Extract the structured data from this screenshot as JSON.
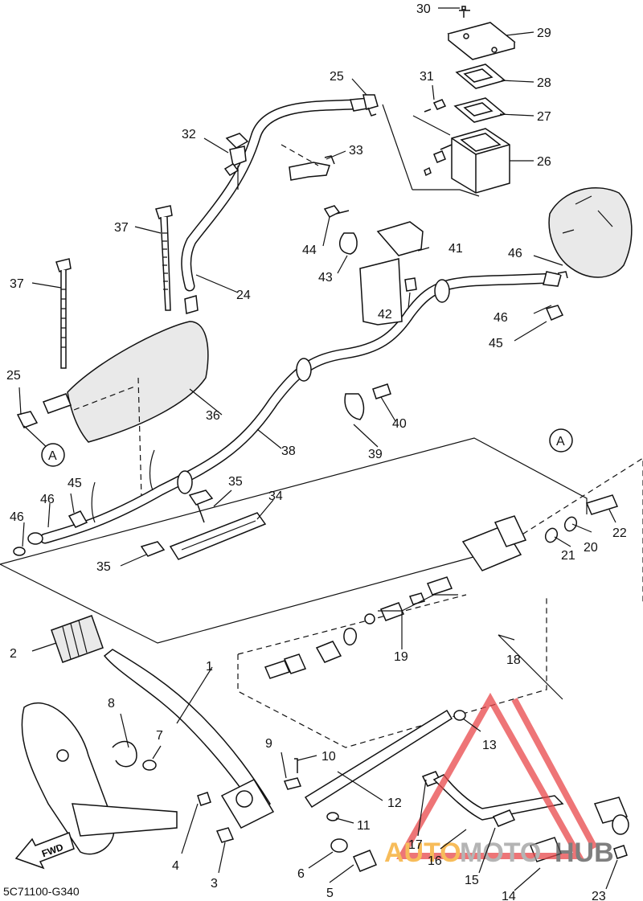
{
  "diagram": {
    "drawing_code": "5C71100-G340",
    "direction_arrow": "FWD",
    "view_marker": "A",
    "watermark": {
      "part1": "AUTO",
      "part2": "MOTO",
      "part3": "HUB",
      "color1": "#f5a623",
      "color2": "#9b9b9b",
      "color3": "#555555",
      "logo_color": "#e8474a"
    },
    "labels": {
      "p1": "1",
      "p2": "2",
      "p3": "3",
      "p4": "4",
      "p5": "5",
      "p6": "6",
      "p7": "7",
      "p8": "8",
      "p9": "9",
      "p10": "10",
      "p11": "11",
      "p12": "12",
      "p13": "13",
      "p14": "14",
      "p15": "15",
      "p16": "16",
      "p17": "17",
      "p18": "18",
      "p19": "19",
      "p20": "20",
      "p21": "21",
      "p22": "22",
      "p23": "23",
      "p24": "24",
      "p25": "25",
      "p25b": "25",
      "p26": "26",
      "p27": "27",
      "p28": "28",
      "p29": "29",
      "p30": "30",
      "p31": "31",
      "p32": "32",
      "p33": "33",
      "p34": "34",
      "p35": "35",
      "p35b": "35",
      "p36": "36",
      "p37": "37",
      "p37b": "37",
      "p38": "38",
      "p39": "39",
      "p40": "40",
      "p41": "41",
      "p42": "42",
      "p43": "43",
      "p44": "44",
      "p45": "45",
      "p45b": "45",
      "p46": "46",
      "p46b": "46",
      "p46c": "46",
      "p46d": "46"
    }
  }
}
